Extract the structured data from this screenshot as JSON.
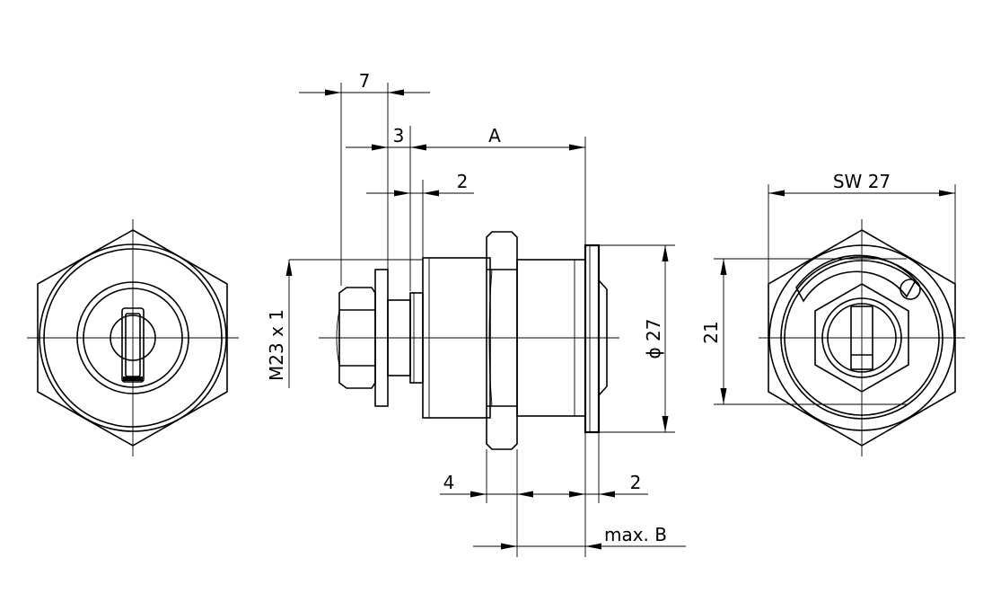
{
  "labels": {
    "dim_7": "7",
    "dim_3": "3",
    "dim_A": "A",
    "dim_2_top": "2",
    "dim_4": "4",
    "dim_2_bottom": "2",
    "dim_max_b": "max. B",
    "dim_thread": "M23 x 1",
    "dim_diameter": "ϕ 27",
    "dim_21": "21",
    "dim_sw27": "SW 27"
  }
}
